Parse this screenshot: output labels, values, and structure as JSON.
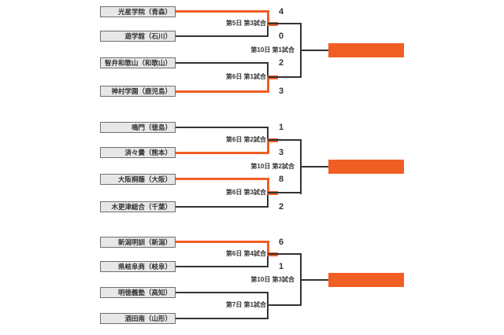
{
  "diagram_type": "tournament-bracket",
  "colors": {
    "accent_orange": "#f15e24",
    "line": "#333333",
    "box_fill": "#e7e7e7",
    "box_border": "#6e6e6e",
    "text": "#333333"
  },
  "groups": [
    {
      "final_label": "第10日 第1試合",
      "matches": [
        {
          "label": "第5日 第3試合",
          "teams": [
            {
              "name": "光星学院（青森）",
              "score": "4",
              "winner": true
            },
            {
              "name": "遊学館（石川）",
              "score": "0",
              "winner": false
            }
          ]
        },
        {
          "label": "第6日 第1試合",
          "teams": [
            {
              "name": "智弁和歌山（和歌山）",
              "score": "2",
              "winner": false
            },
            {
              "name": "神村学園（鹿児島）",
              "score": "3",
              "winner": true
            }
          ]
        }
      ]
    },
    {
      "final_label": "第10日 第2試合",
      "matches": [
        {
          "label": "第6日 第2試合",
          "teams": [
            {
              "name": "鳴門（徳島）",
              "score": "1",
              "winner": false
            },
            {
              "name": "済々黌（熊本）",
              "score": "3",
              "winner": true
            }
          ]
        },
        {
          "label": "第6日 第3試合",
          "teams": [
            {
              "name": "大阪桐蔭（大阪）",
              "score": "8",
              "winner": true
            },
            {
              "name": "木更津総合（千葉）",
              "score": "2",
              "winner": false
            }
          ]
        }
      ]
    },
    {
      "final_label": "第10日 第3試合",
      "matches": [
        {
          "label": "第6日 第4試合",
          "teams": [
            {
              "name": "新潟明訓（新潟）",
              "score": "6",
              "winner": false
            },
            {
              "name": "県岐阜商（岐阜）",
              "score": "1",
              "winner": false
            }
          ]
        },
        {
          "label": "第7日 第1試合",
          "teams": [
            {
              "name": "明徳義塾（高知）",
              "score": "",
              "winner": false
            },
            {
              "name": "酒田南（山形）",
              "score": "",
              "winner": false
            }
          ]
        }
      ]
    }
  ]
}
